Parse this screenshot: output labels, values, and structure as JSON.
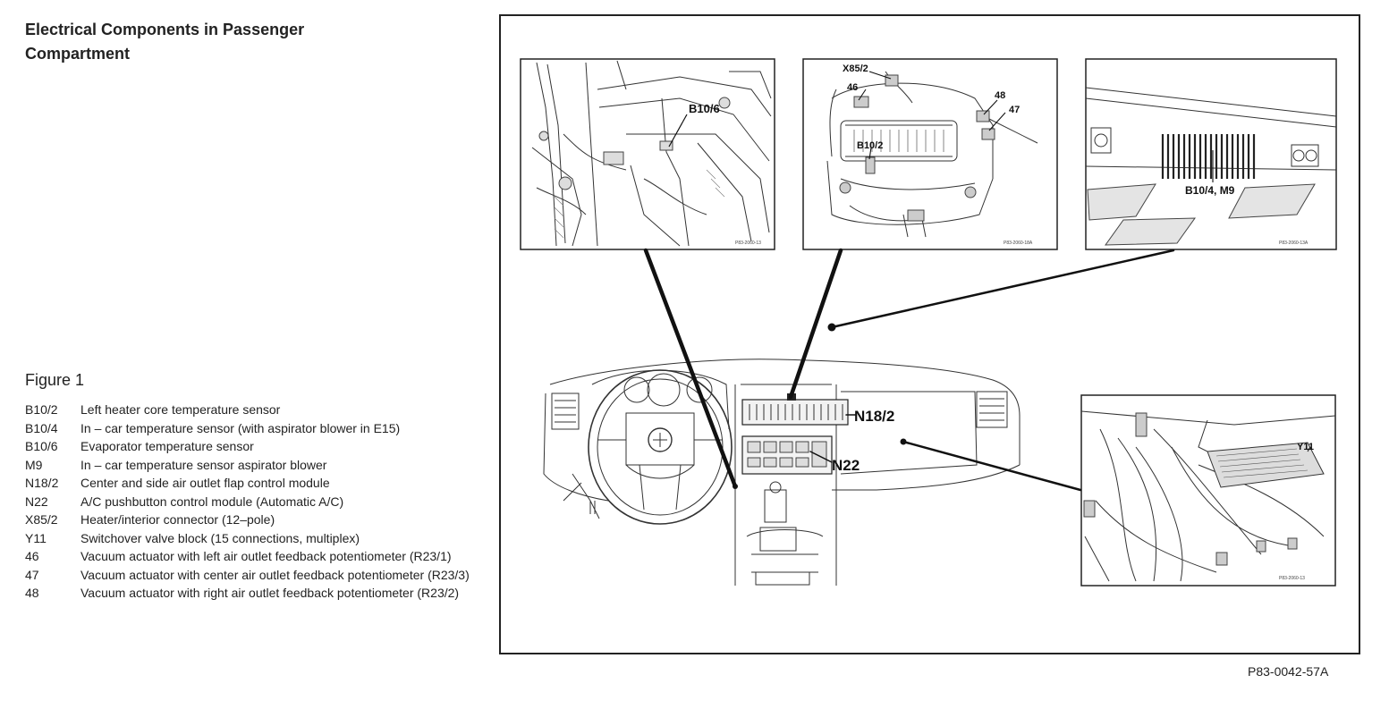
{
  "title": "Electrical Components in Passenger Compartment",
  "figure_label": "Figure 1",
  "legend": [
    {
      "code": "B10/2",
      "desc": "Left heater core temperature sensor"
    },
    {
      "code": "B10/4",
      "desc": "In – car temperature sensor (with aspirator blower in E15)"
    },
    {
      "code": "B10/6",
      "desc": "Evaporator temperature sensor"
    },
    {
      "code": "M9",
      "desc": "In – car temperature sensor aspirator blower"
    },
    {
      "code": "N18/2",
      "desc": "Center and side air outlet flap control module"
    },
    {
      "code": "N22",
      "desc": "A/C pushbutton control module (Automatic A/C)"
    },
    {
      "code": "X85/2",
      "desc": "Heater/interior connector (12–pole)"
    },
    {
      "code": "Y11",
      "desc": "Switchover valve block (15 connections, multiplex)"
    },
    {
      "code": "46",
      "desc": "Vacuum actuator with  left air outlet feedback potentiometer (R23/1)"
    },
    {
      "code": "47",
      "desc": "Vacuum actuator with center air outlet feedback potentiometer (R23/3)"
    },
    {
      "code": "48",
      "desc": "Vacuum actuator with  right air outlet feedback potentiometer (R23/2)"
    }
  ],
  "callouts": {
    "b10_6": "B10/6",
    "x85_2": "X85/2",
    "c46": "46",
    "c48": "48",
    "c47": "47",
    "b10_2": "B10/2",
    "b10_4_m9": "B10/4, M9",
    "n18_2": "N18/2",
    "n22": "N22",
    "y11": "Y11"
  },
  "panel_codes": {
    "p1": "P83-2060-13",
    "p2": "P83-2060-18A",
    "p3": "P83-2060-13A",
    "p4": "P83-2060-13"
  },
  "figure_ref": "P83-0042-57A"
}
